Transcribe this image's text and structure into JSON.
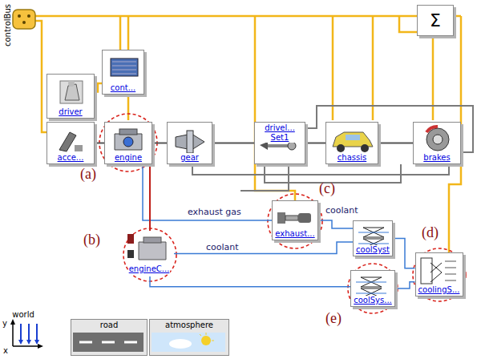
{
  "diagram": {
    "nodes": [
      {
        "text": [
          "driver"
        ]
      },
      {
        "text": [
          "cont..."
        ]
      },
      {
        "text": [
          "acce..."
        ]
      },
      {
        "text": [
          "engine"
        ]
      },
      {
        "text": [
          "gear"
        ]
      },
      {
        "text": [
          "drivel... Set1"
        ]
      },
      {
        "text": [
          "chassis"
        ]
      },
      {
        "text": [
          "brakes"
        ]
      },
      {
        "text": [
          "Σ"
        ]
      },
      {
        "text": [
          "exhaust..."
        ]
      },
      {
        "text": [
          "engineC..."
        ]
      },
      {
        "text": [
          "coolSyst"
        ]
      },
      {
        "text": [
          "coolSys..."
        ]
      },
      {
        "text": [
          "coolingS..."
        ]
      },
      {
        "text": [
          "world"
        ]
      },
      {
        "text": [
          "road"
        ]
      },
      {
        "text": [
          "atmosphere"
        ]
      }
    ],
    "edges": [
      {
        "from": 2,
        "to": 3,
        "arrow": "none"
      },
      {
        "from": 3,
        "to": 4,
        "arrow": "none"
      },
      {
        "from": 4,
        "to": 5,
        "arrow": "none"
      },
      {
        "from": 5,
        "to": 6,
        "arrow": "none"
      },
      {
        "from": 6,
        "to": 7,
        "arrow": "none"
      },
      {
        "from": 3,
        "to": 9,
        "label": "exhaust gas",
        "arrow": "none"
      },
      {
        "from": 3,
        "to": 10,
        "arrow": "none"
      },
      {
        "from": 10,
        "to": 11,
        "label": "coolant",
        "arrow": "none"
      },
      {
        "from": 9,
        "to": 11,
        "label": "coolant",
        "arrow": "none"
      },
      {
        "from": 11,
        "to": 13,
        "arrow": "none"
      },
      {
        "from": 12,
        "to": 13,
        "arrow": "none"
      },
      {
        "from": 10,
        "to": 12,
        "arrow": "none"
      },
      {
        "from": 0,
        "to": 1,
        "arrow": "none"
      }
    ],
    "labels": [
      "controlBus",
      "(a)",
      "(b)",
      "(c)",
      "(d)",
      "(e)",
      "y",
      "x"
    ]
  }
}
